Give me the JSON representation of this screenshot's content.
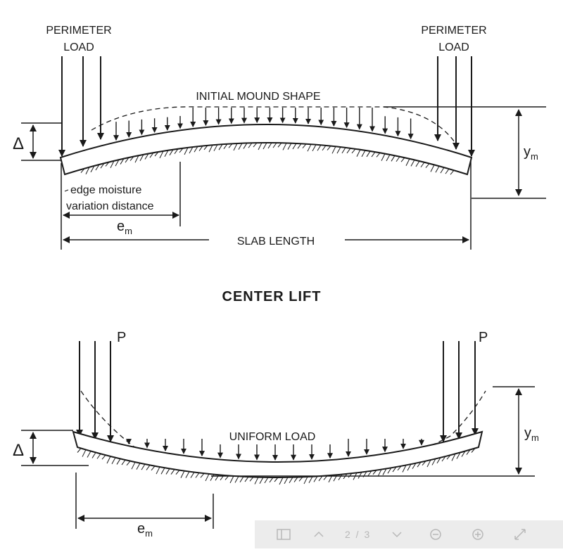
{
  "top_diagram": {
    "left_load_label": [
      "PERIMETER",
      "LOAD"
    ],
    "right_load_label": [
      "PERIMETER",
      "LOAD"
    ],
    "mound_label": "INITIAL MOUND SHAPE",
    "delta_label": "Δ",
    "ym_label": "y",
    "ym_sub": "m",
    "edge_label_lines": [
      "edge moisture",
      "variation distance"
    ],
    "em_label": "e",
    "em_sub": "m",
    "slab_length_label": "SLAB  LENGTH"
  },
  "center_title": "CENTER  LIFT",
  "bottom_diagram": {
    "left_load_label": "P",
    "right_load_label": "P",
    "uniform_label": "UNIFORM  LOAD",
    "delta_label": "Δ",
    "ym_label": "y",
    "ym_sub": "m",
    "em_label": "e",
    "em_sub": "m"
  },
  "viewer": {
    "page_indicator": "2 / 3",
    "icons": [
      "sidebar-icon",
      "chevron-up-icon",
      "chevron-down-icon",
      "zoom-out-icon",
      "zoom-in-icon",
      "fullscreen-icon"
    ]
  }
}
